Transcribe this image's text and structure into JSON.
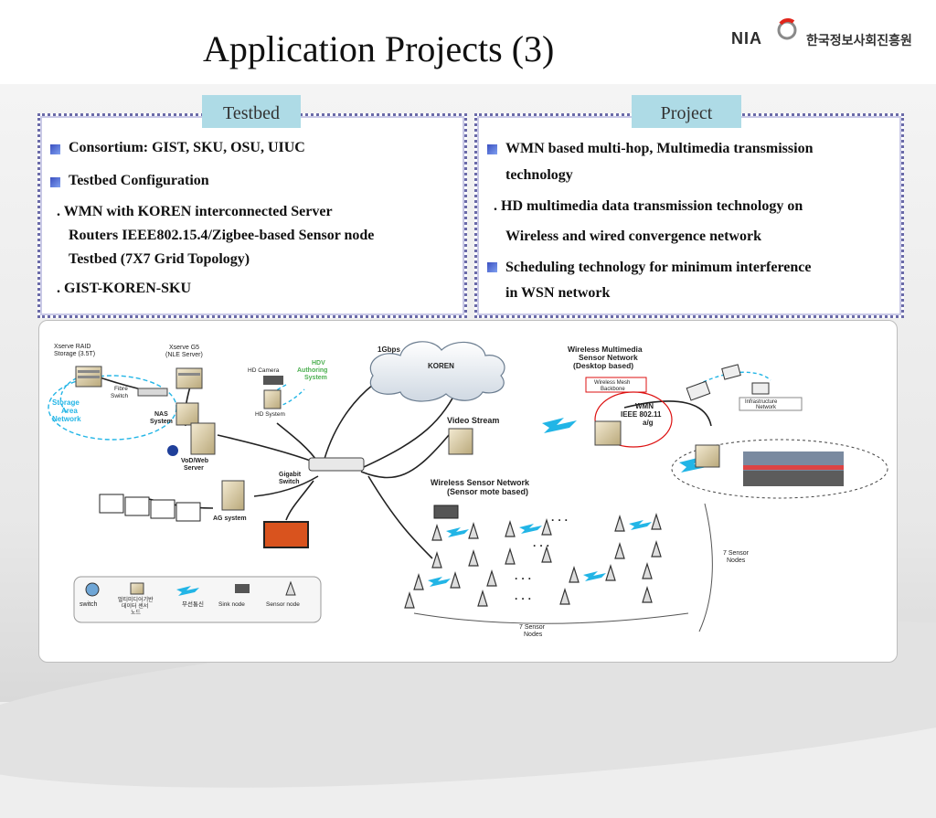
{
  "title": "Application Projects (3)",
  "logo": {
    "brand": "NIA",
    "org_korean": "한국정보사회진흥원"
  },
  "testbed": {
    "tag": "Testbed",
    "items": [
      "Consortium: GIST, SKU, OSU, UIUC",
      "Testbed Configuration"
    ],
    "sub1_line1": ". WMN with KOREN interconnected Server",
    "sub1_line2": "Routers IEEE802.15.4/Zigbee-based Sensor node",
    "sub1_line3": "Testbed (7X7 Grid Topology)",
    "sub2": ". GIST-KOREN-SKU"
  },
  "project": {
    "tag": "Project",
    "item1_line1": "WMN based multi-hop, Multimedia transmission",
    "item1_line2": "technology",
    "sub1_line1": ". HD multimedia data transmission technology on",
    "sub1_line2": "Wireless and wired convergence network",
    "item2_line1": "Scheduling technology for minimum interference",
    "item2_line2": "in WSN network"
  },
  "diagram": {
    "xserve_raid_l1": "Xserve RAID",
    "xserve_raid_l2": "Storage (3.5T)",
    "xserve_g5_l1": "Xserve G5",
    "xserve_g5_l2": "(NLE Server)",
    "hd_camera": "HD Camera",
    "hdv_l1": "HDV",
    "hdv_l2": "Authoring",
    "hdv_l3": "System",
    "hd_system": "HD System",
    "fibre_l1": "Fibre",
    "fibre_l2": "Switch",
    "nas_l1": "NAS",
    "nas_l2": "System",
    "san_l1": "Storage",
    "san_l2": "Area",
    "san_l3": "Network",
    "vod_l1": "VoD/Web",
    "vod_l2": "Server",
    "bw": "1Gbps",
    "koren": "KOREN",
    "gig_l1": "Gigabit",
    "gig_l2": "Switch",
    "ag": "AG system",
    "video_stream": "Video Stream",
    "wmsn_l1": "Wireless Multimedia",
    "wmsn_l2": "Sensor  Network",
    "wmsn_l3": "(Desktop based)",
    "mesh_l1": "Wireless Mesh",
    "mesh_l2": "Backbone",
    "wmn_l1": "WMN",
    "wmn_l2": "IEEE 802.11",
    "wmn_l3": "a/g",
    "infra_l1": "Infrastructure",
    "infra_l2": "Network",
    "wsn_l1": "Wireless Sensor Network",
    "wsn_l2": "(Sensor mote based)",
    "seven_nodes_right_l1": "7 Sensor",
    "seven_nodes_right_l2": "Nodes",
    "seven_nodes_bottom_l1": "7 Sensor",
    "seven_nodes_bottom_l2": "Nodes",
    "ellipsis": "· · ·",
    "legend_switch": "switch",
    "legend_multimedia_l1": "멀티미디어기반",
    "legend_multimedia_l2": "데이터 센서",
    "legend_multimedia_l3": "노드",
    "legend_wireless": "무선통신",
    "legend_sink": "Sink node",
    "legend_sensor": "Sensor node"
  },
  "colors": {
    "accent_blue": "#3a4fc0",
    "tag_bg": "#aedbe6",
    "border": "#6a6aa8",
    "wave": "#22b5e6"
  }
}
